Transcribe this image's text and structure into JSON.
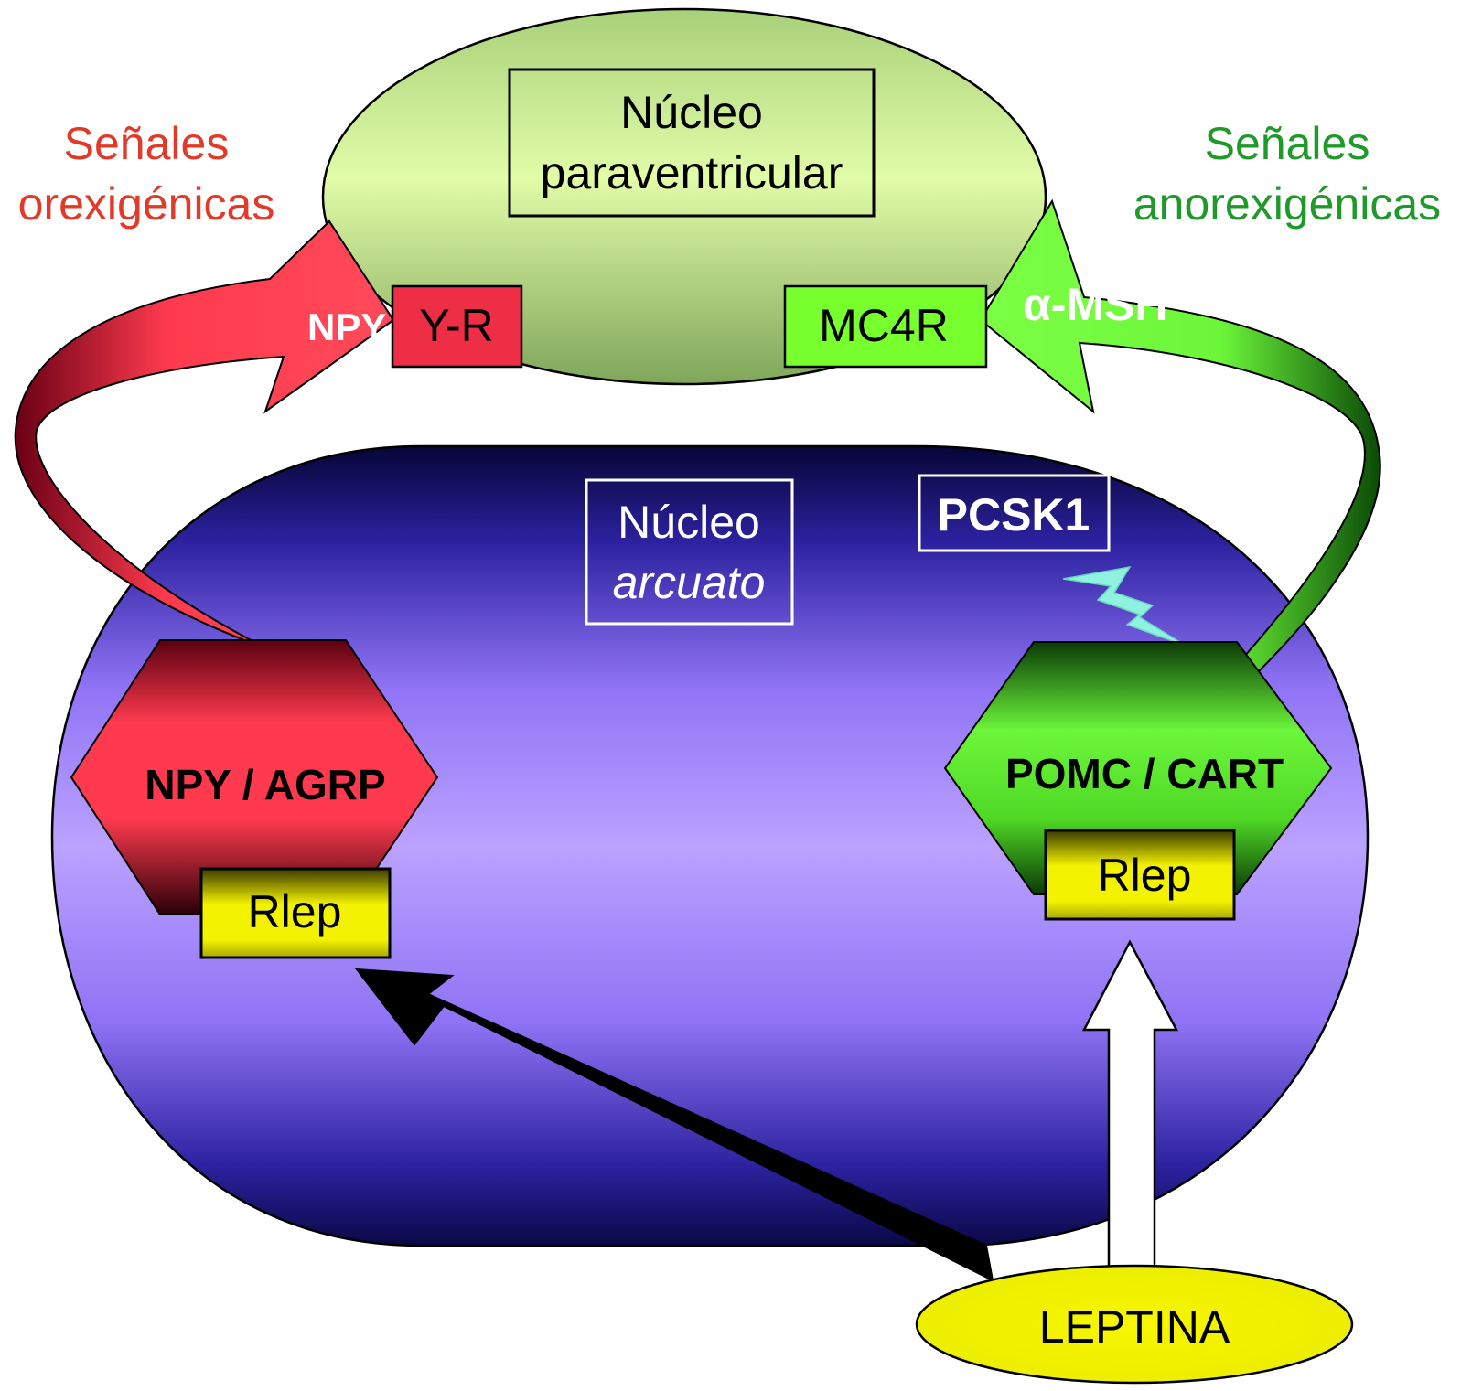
{
  "title_left": {
    "line1": "Señales",
    "line2": "orexigénicas",
    "color": "#e23a2a"
  },
  "title_right": {
    "line1": "Señales",
    "line2": "anorexigénicas",
    "color": "#1f9a2a"
  },
  "paraventricular": {
    "line1": "Núcleo",
    "line2": "paraventricular",
    "receptor_left": "Y-R",
    "receptor_right": "MC4R",
    "fill": "#dcf5a3"
  },
  "arcuate": {
    "line1": "Núcleo",
    "line2": "arcuato",
    "enzyme": "PCSK1",
    "fill_top": "#0b0a55",
    "fill_mid": "#b9a0ff"
  },
  "neurons": {
    "left": {
      "label": "NPY / AGRP",
      "receptor": "Rlep",
      "color": "#ff3a4e"
    },
    "right": {
      "label": "POMC / CART",
      "receptor": "Rlep",
      "color": "#6cf63a"
    }
  },
  "arrows": {
    "left_label": "NPY",
    "right_label": "α-MSH"
  },
  "leptin": {
    "label": "LEPTINA",
    "fill": "#f3f200"
  },
  "colors": {
    "receptor_yellow": "#f3f200",
    "yr_red": "#ee2e44",
    "mc4r_green": "#78ff2e",
    "lightning": "#8ff2de"
  }
}
